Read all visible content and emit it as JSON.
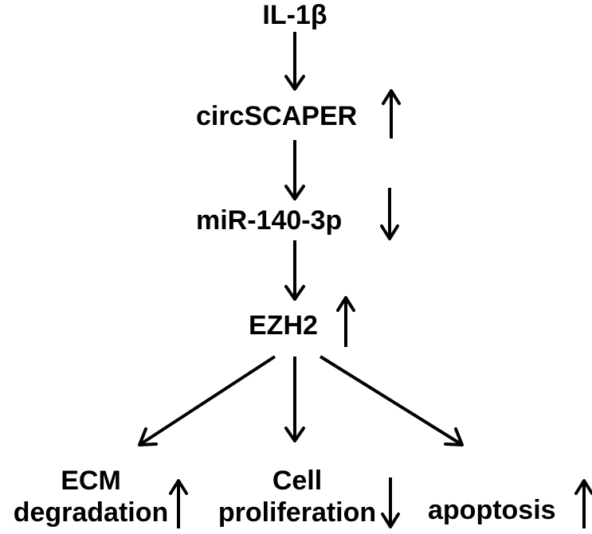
{
  "nodes": {
    "il1b": {
      "label": "IL-1β"
    },
    "circscaper": {
      "label": "circSCAPER",
      "change": "up"
    },
    "mir140": {
      "label": "miR-140-3p",
      "change": "down"
    },
    "ezh2": {
      "label": "EZH2",
      "change": "up"
    },
    "ecm": {
      "line1": "ECM",
      "line2": "degradation",
      "change": "up"
    },
    "cell": {
      "line1": "Cell",
      "line2": "proliferation",
      "change": "down"
    },
    "apoptosis": {
      "label": "apoptosis",
      "change": "up"
    }
  },
  "edges": [
    {
      "from": "il1b",
      "to": "circscaper"
    },
    {
      "from": "circscaper",
      "to": "mir140"
    },
    {
      "from": "mir140",
      "to": "ezh2"
    },
    {
      "from": "ezh2",
      "to": "ecm"
    },
    {
      "from": "ezh2",
      "to": "cell"
    },
    {
      "from": "ezh2",
      "to": "apoptosis"
    }
  ],
  "colors": {
    "stroke": "#000000",
    "background": "#ffffff"
  }
}
